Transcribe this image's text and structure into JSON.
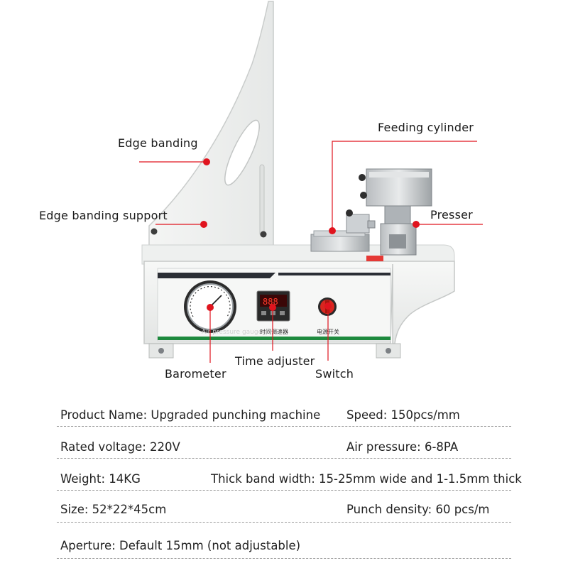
{
  "colors": {
    "accent": "#e0141e",
    "machine_body": "#f2f3f2",
    "gauge_text": "#d0d0d0"
  },
  "callouts": {
    "edge_banding": "Edge banding",
    "edge_banding_support": "Edge banding support",
    "feeding_cylinder": "Feeding cylinder",
    "presser": "Presser",
    "barometer": "Barometer",
    "time_adjuster": "Time adjuster",
    "switch": "Switch"
  },
  "panel": {
    "gauge_label": "Air pressure gauge",
    "timer_label": "时间调速器",
    "switch_label": "电源开关",
    "timer_display": "888"
  },
  "specs": {
    "product_name": "Product Name: Upgraded punching machine",
    "speed": "Speed: 150pcs/mm",
    "rated_voltage": "Rated voltage: 220V",
    "air_pressure": "Air pressure: 6-8PA",
    "weight": "Weight: 14KG",
    "thick_band_width": "Thick band width: 15-25mm wide and 1-1.5mm thick",
    "size": "Size: 52*22*45cm",
    "punch_density": "Punch density:  60 pcs/m",
    "aperture": "Aperture:  Default 15mm (not adjustable)"
  }
}
